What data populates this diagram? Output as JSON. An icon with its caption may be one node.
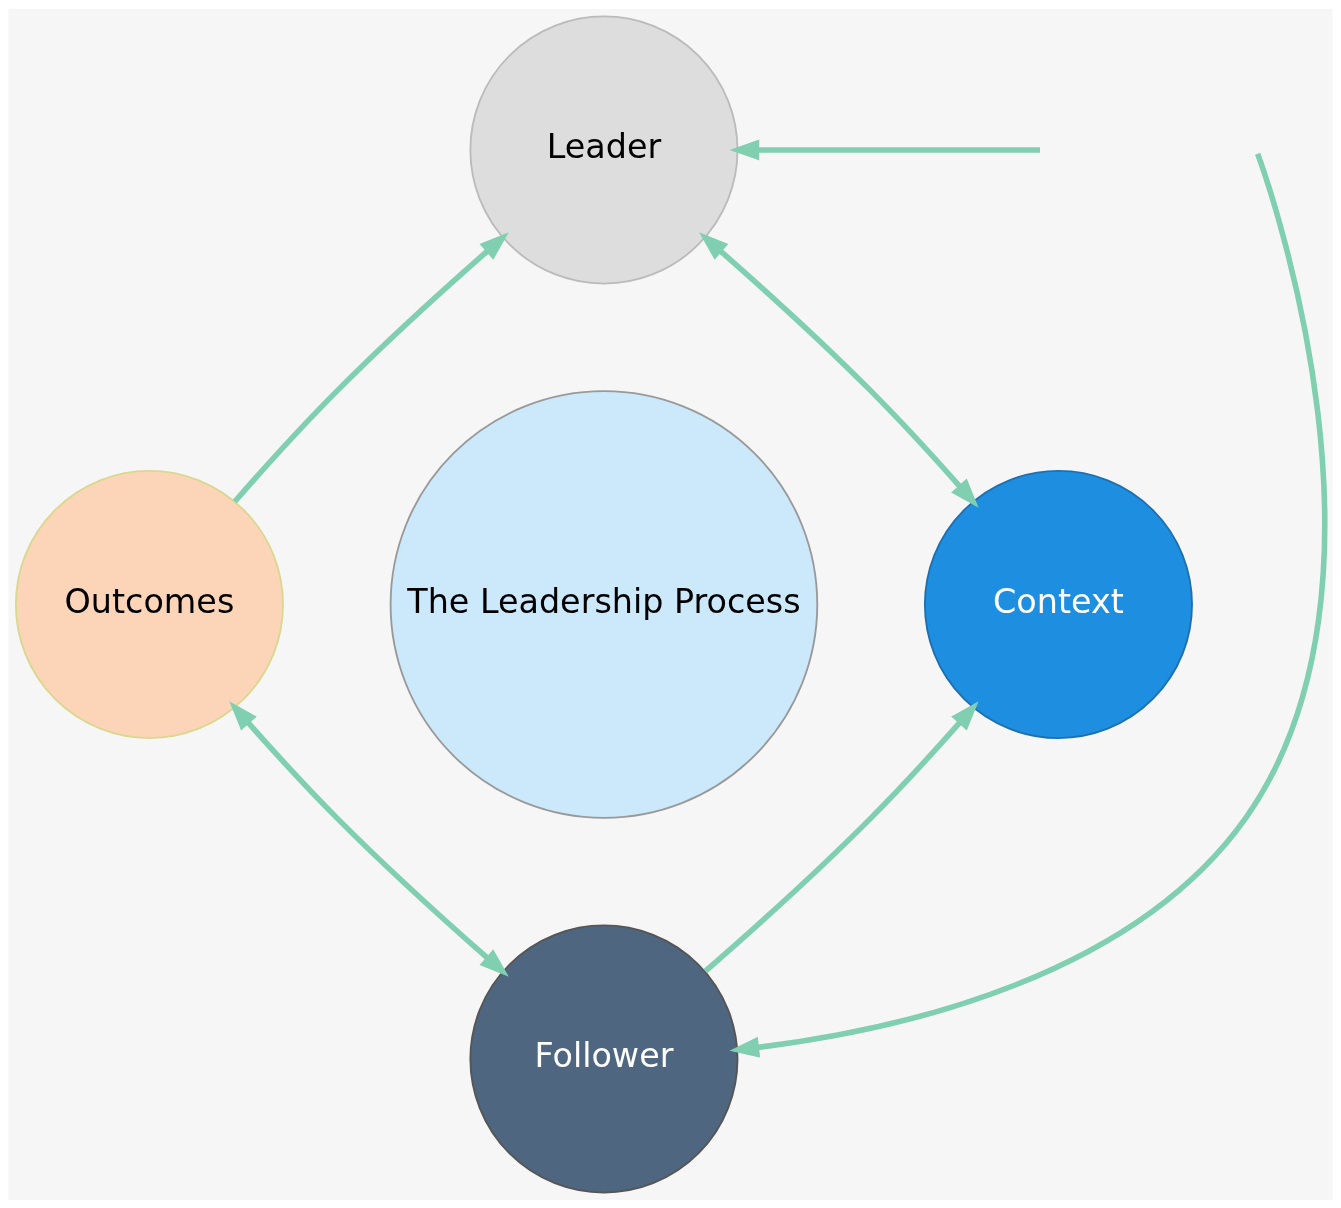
{
  "diagram": {
    "nodes": [
      {
        "text": [
          "The Leadership Process"
        ]
      },
      {
        "text": [
          "Leader"
        ]
      },
      {
        "text": [
          "Outcomes"
        ]
      },
      {
        "text": [
          "Context"
        ]
      },
      {
        "text": [
          "Follower"
        ]
      }
    ],
    "edges": [
      {
        "from": null,
        "to": 1,
        "arrow": "to"
      },
      {
        "from": null,
        "to": 4,
        "arrow": "to"
      },
      {
        "from": 2,
        "to": 1,
        "arrow": "to"
      },
      {
        "from": 1,
        "to": 3,
        "arrow": "both"
      },
      {
        "from": 2,
        "to": 4,
        "arrow": "both"
      },
      {
        "from": 4,
        "to": 3,
        "arrow": "to"
      }
    ]
  }
}
